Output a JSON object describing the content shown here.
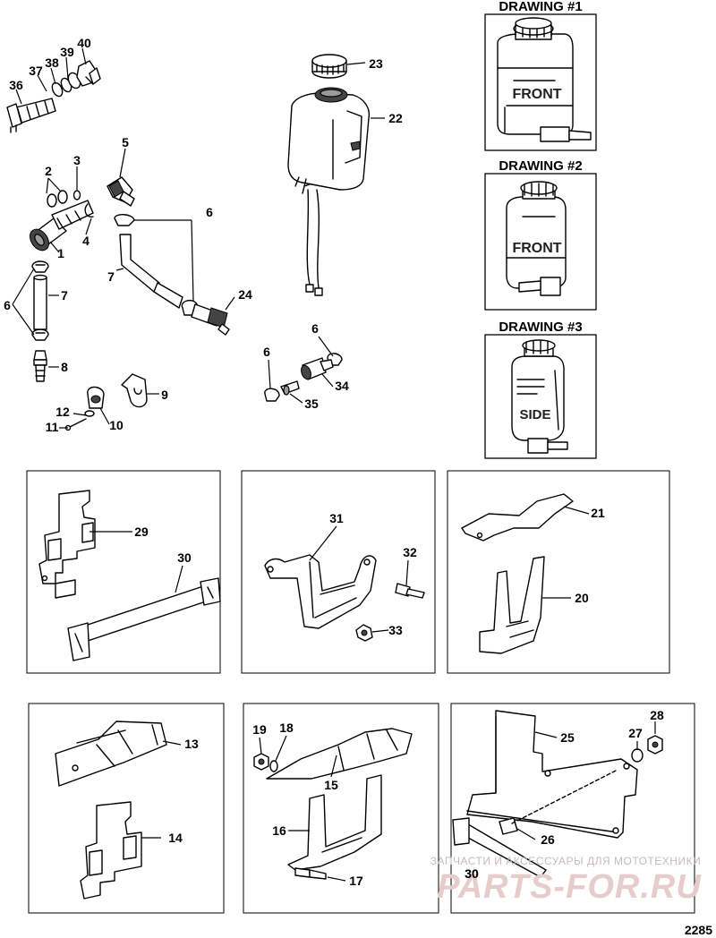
{
  "drawings": {
    "d1": {
      "title": "DRAWING #1",
      "jug_text": "FRONT"
    },
    "d2": {
      "title": "DRAWING #2",
      "jug_text": "FRONT"
    },
    "d3": {
      "title": "DRAWING #3",
      "jug_text": "SIDE"
    }
  },
  "labels": {
    "l1": "1",
    "l2": "2",
    "l3": "3",
    "l4": "4",
    "l5": "5",
    "l6a": "6",
    "l6b": "6",
    "l6c": "6",
    "l6d": "6",
    "l7a": "7",
    "l7b": "7",
    "l8": "8",
    "l9": "9",
    "l10": "10",
    "l11": "11",
    "l12": "12",
    "l13": "13",
    "l14": "14",
    "l15": "15",
    "l16": "16",
    "l17": "17",
    "l18": "18",
    "l19": "19",
    "l20": "20",
    "l21": "21",
    "l22": "22",
    "l23": "23",
    "l24": "24",
    "l25": "25",
    "l26": "26",
    "l27": "27",
    "l28": "28",
    "l29": "29",
    "l30a": "30",
    "l30b": "30",
    "l31": "31",
    "l32": "32",
    "l33": "33",
    "l34": "34",
    "l35": "35",
    "l36": "36",
    "l37": "37",
    "l38": "38",
    "l39": "39",
    "l40": "40"
  },
  "watermark": {
    "line1": "ЗАПЧАСТИ И АКСЕССУАРЫ ДЛЯ МОТОТЕХНИКИ",
    "line2": "PARTS-FOR.RU"
  },
  "figure_number": "2285"
}
